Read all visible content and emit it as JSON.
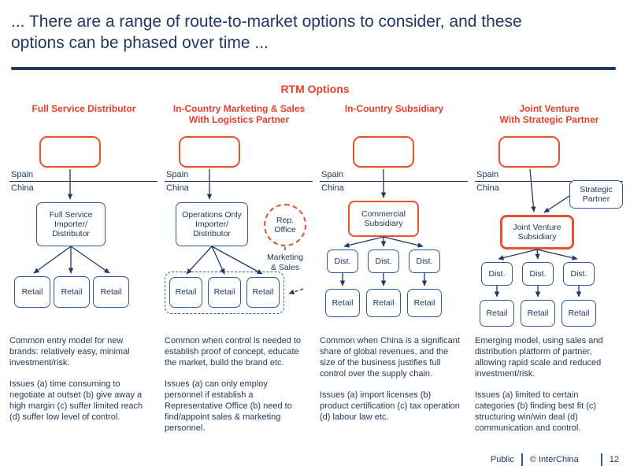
{
  "colors": {
    "navy": "#203864",
    "accent_red": "#e8402a",
    "box_orange": "#e7532e",
    "box_blue": "#2e5b9f"
  },
  "slide": {
    "title": "... There are a range of route-to-market options to consider, and these options can be phased over time ...",
    "section_heading": "RTM Options",
    "footer": {
      "left": "Public",
      "copyright": "© InterChina",
      "page": "12"
    }
  },
  "columns": [
    {
      "title": "Full Service Distributor",
      "top_label": "Spain",
      "bottom_label": "China",
      "main_box": "Full Service\nImporter/\nDistributor",
      "retail": [
        "Retail",
        "Retail",
        "Retail"
      ],
      "desc_p1": "Common entry model for new brands: relatively easy, minimal investment/risk.",
      "desc_p2": "Issues (a) time consuming to negotiate at outset (b) give away a high margin (c) suffer limited reach (d) suffer low level of control."
    },
    {
      "title": "In-Country Marketing & Sales\nWith Logistics Partner",
      "top_label": "Spain",
      "bottom_label": "China",
      "main_box": "Operations Only\nImporter/\nDistributor",
      "rep_office": "Rep.\nOffice",
      "marketing_sales": "Marketing\n& Sales",
      "retail": [
        "Retail",
        "Retail",
        "Retail"
      ],
      "desc_p1": "Common when control is needed to establish proof of concept, educate the market, build the brand etc.",
      "desc_p2": "Issues (a) can only employ personnel if establish a Representative Office (b) need to find/appoint sales & marketing personnel."
    },
    {
      "title": "In-Country Subsidiary",
      "top_label": "Spain",
      "bottom_label": "China",
      "main_box": "Commercial\nSubsidiary",
      "dist": [
        "Dist.",
        "Dist.",
        "Dist."
      ],
      "retail": [
        "Retail",
        "Retail",
        "Retail"
      ],
      "desc_p1": "Common when China is a significant share of global revenues, and the size of the business justifies full control over the supply chain.",
      "desc_p2": "Issues (a) import licenses (b) product certification (c) tax operation (d) labour law etc."
    },
    {
      "title": "Joint Venture\nWith Strategic Partner",
      "top_label": "Spain",
      "bottom_label": "China",
      "strategic_partner": "Strategic\nPartner",
      "main_box": "Joint Venture\nSubsidiary",
      "dist": [
        "Dist.",
        "Dist.",
        "Dist."
      ],
      "retail": [
        "Retail",
        "Retail",
        "Retail"
      ],
      "desc_p1": "Emerging model, using sales and distribution platform of partner, allowing rapid scale and reduced investment/risk.",
      "desc_p2": "Issues (a) limited to certain categories (b) finding best fit (c) structuring win/win deal (d) communication and control."
    }
  ]
}
